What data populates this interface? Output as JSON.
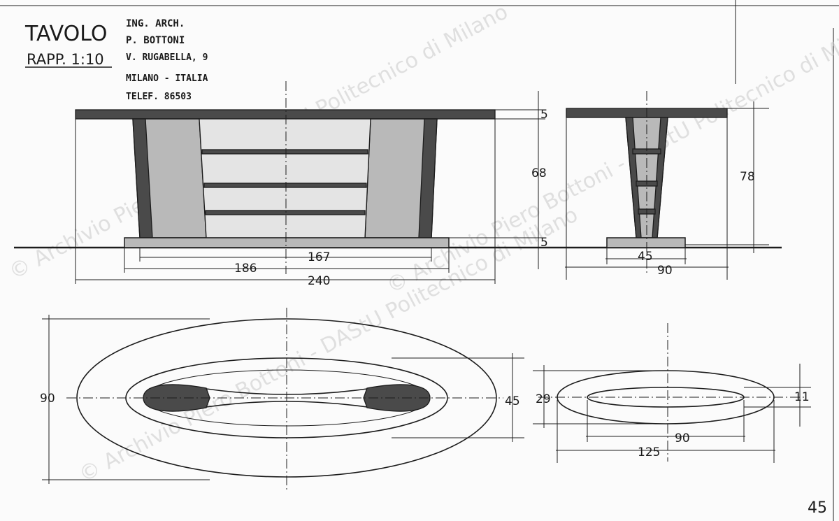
{
  "title_block": {
    "object": "TAVOLO",
    "scale": "RAPP. 1:10",
    "architect_line1": "ING. ARCH.",
    "architect_line2": "P. BOTTONI",
    "address": "V. RUGABELLA, 9",
    "city": "MILANO - ITALIA",
    "phone": "TELEF. 86503"
  },
  "front_elevation": {
    "dim_total": "240",
    "dim_base": "186",
    "dim_inner": "167",
    "dim_top_thickness": "5",
    "dim_body": "68",
    "dim_base_thickness": "5"
  },
  "side_elevation": {
    "dim_height": "78",
    "dim_base": "45",
    "dim_top": "90"
  },
  "plan_view": {
    "dim_depth": "90",
    "dim_inner_depth": "45"
  },
  "base_plan": {
    "dim_outer_depth": "29",
    "dim_inner_depth": "11",
    "dim_inner_length": "90",
    "dim_outer_length": "125"
  },
  "sheet_number": "45",
  "watermark": "© Archivio Piero Bottoni - DAStU Politecnico di Milano"
}
